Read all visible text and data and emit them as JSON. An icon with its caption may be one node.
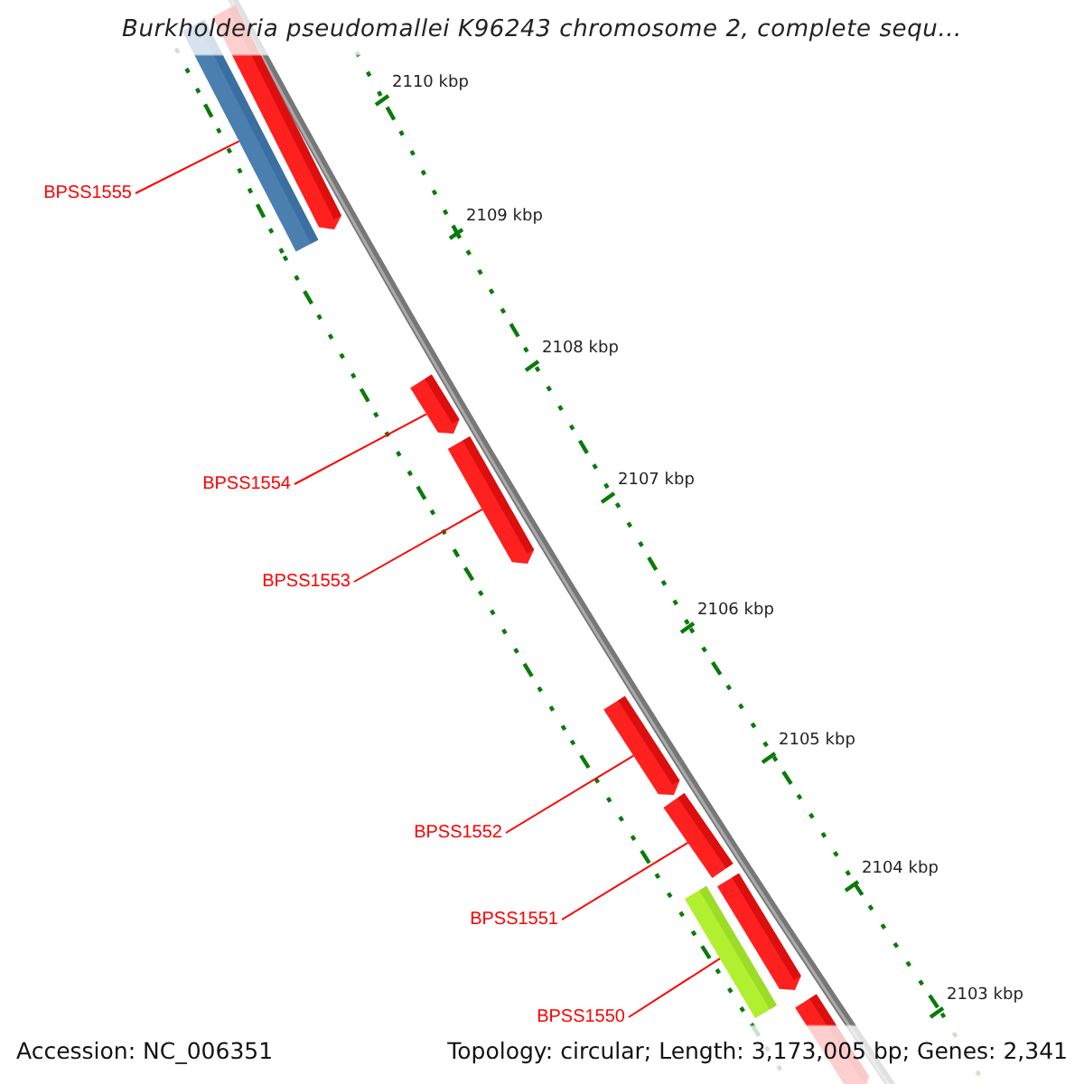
{
  "diagram": {
    "title": "Burkholderia pseudomallei K96243 chromosome 2, complete sequ...",
    "nodes": [
      {
        "text": [],
        "shape": "bar"
      },
      {
        "text": [],
        "shape": "bar"
      },
      {
        "text": [],
        "shape": "bar"
      },
      {
        "text": [],
        "shape": "bar"
      },
      {
        "text": [],
        "shape": "bar"
      },
      {
        "text": [],
        "shape": "bar"
      },
      {
        "text": [],
        "shape": "bar"
      },
      {
        "text": [],
        "shape": "bar"
      },
      {
        "text": [],
        "shape": "bar"
      },
      {
        "text": [
          "BPSS1555"
        ]
      },
      {
        "text": [
          "BPSS1554"
        ]
      },
      {
        "text": [
          "BPSS1553"
        ]
      },
      {
        "text": [
          "BPSS1552"
        ]
      },
      {
        "text": [
          "BPSS1551"
        ]
      },
      {
        "text": [
          "BPSS1550"
        ]
      }
    ],
    "edges": [
      {
        "from": 9,
        "to": 0,
        "arrow": "none"
      },
      {
        "from": 10,
        "to": 2,
        "arrow": "none"
      },
      {
        "from": 11,
        "to": 3,
        "arrow": "none"
      },
      {
        "from": 12,
        "to": 4,
        "arrow": "none"
      },
      {
        "from": 13,
        "to": 5,
        "arrow": "none"
      },
      {
        "from": 14,
        "to": 6,
        "arrow": "none"
      }
    ],
    "labels": [
      "2110 kbp",
      "2109 kbp",
      "2108 kbp",
      "2107 kbp",
      "2106 kbp",
      "2105 kbp",
      "2104 kbp",
      "2103 kbp",
      "Accession: NC_006351",
      "Topology: circular; Length: 3,173,005 bp; Genes: 2,341"
    ]
  }
}
